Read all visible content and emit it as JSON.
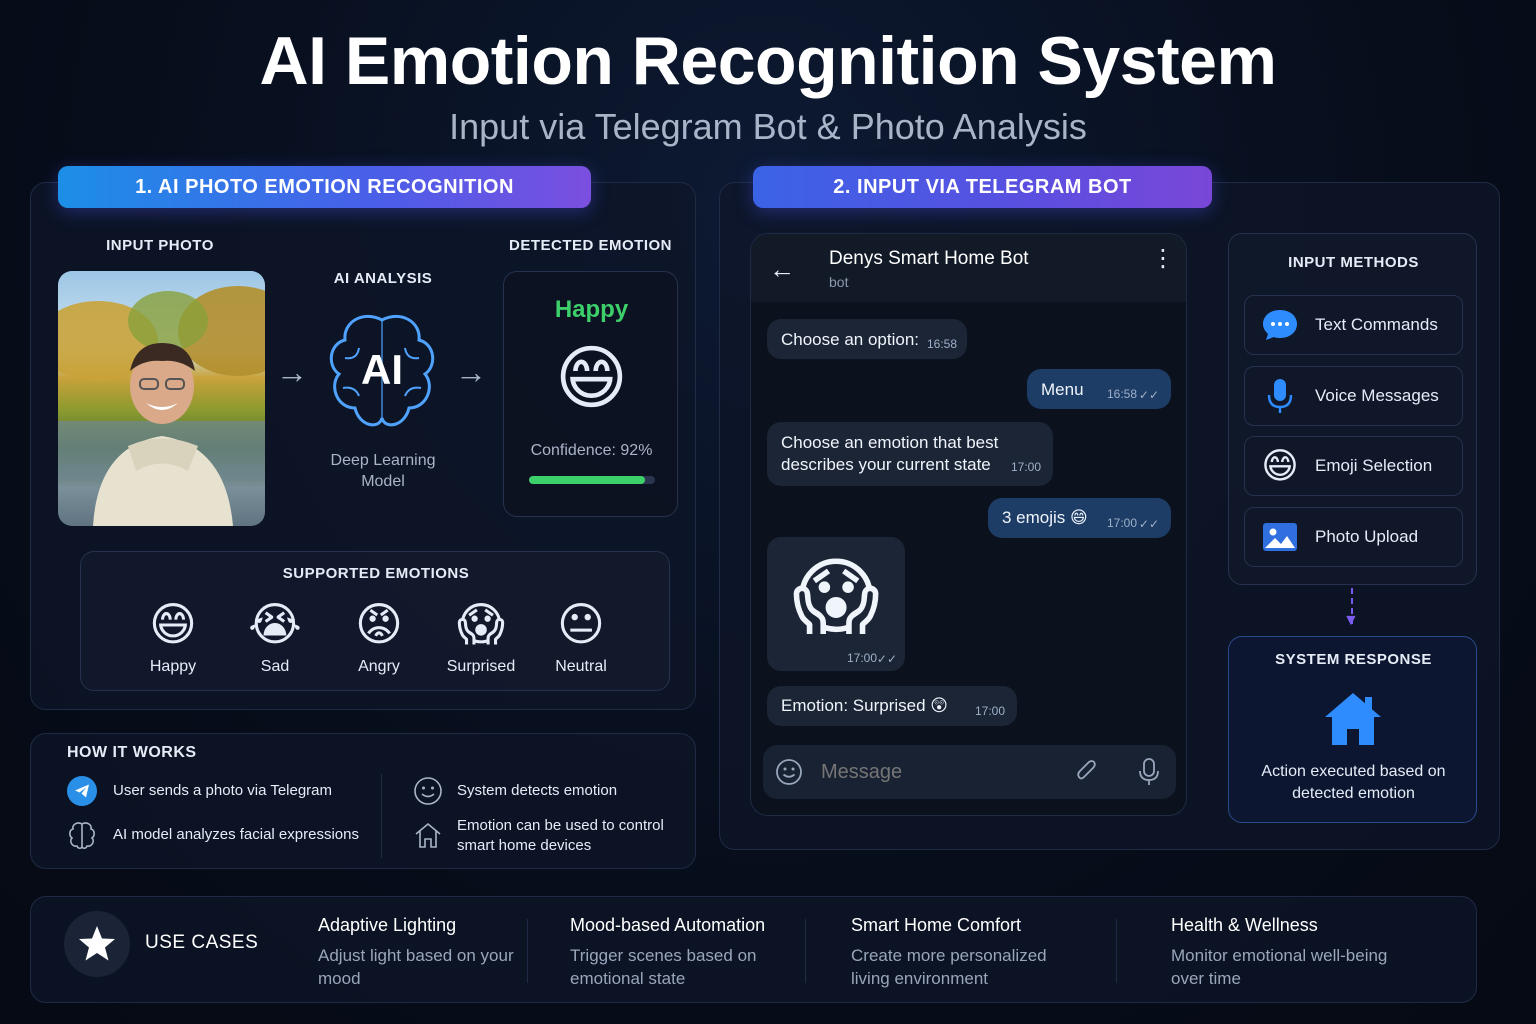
{
  "header": {
    "title": "AI Emotion Recognition System",
    "subtitle": "Input via Telegram Bot & Photo Analysis"
  },
  "photo_section": {
    "pill": "1. AI PHOTO EMOTION RECOGNITION",
    "input_label": "INPUT PHOTO",
    "analysis_label": "AI ANALYSIS",
    "ai_text": "AI",
    "model_label": "Deep Learning Model",
    "detected_label": "DETECTED EMOTION",
    "detected_emotion": "Happy",
    "detected_emoji": "😄",
    "confidence_text": "Confidence: 92%",
    "confidence": 0.92,
    "supported_label": "SUPPORTED EMOTIONS",
    "emotions": [
      {
        "emoji": "😄",
        "label": "Happy"
      },
      {
        "emoji": "😭",
        "label": "Sad"
      },
      {
        "emoji": "😡",
        "label": "Angry"
      },
      {
        "emoji": "😱",
        "label": "Surprised"
      },
      {
        "emoji": "😐",
        "label": "Neutral"
      }
    ]
  },
  "how_it_works": {
    "title": "HOW IT WORKS",
    "steps": [
      "User sends a photo via Telegram",
      "AI model analyzes facial expressions",
      "System detects emotion",
      "Emotion can be used to control smart home devices"
    ]
  },
  "telegram": {
    "pill": "2. INPUT VIA TELEGRAM BOT",
    "bot_name": "Denys Smart Home Bot",
    "bot_sub": "bot",
    "messages": [
      {
        "text": "Choose an option:",
        "time": "16:58"
      },
      {
        "text": "Menu",
        "time": "16:58"
      },
      {
        "text": "Choose an emotion that best describes your current state",
        "time": "17:00"
      },
      {
        "text": "3 emojis 😄",
        "time": "17:00"
      },
      {
        "text": "😱",
        "time": "17:00"
      },
      {
        "text": "Emotion: Surprised 😲",
        "time": "17:00"
      }
    ],
    "input_placeholder": "Message"
  },
  "input_methods": {
    "title": "INPUT METHODS",
    "items": [
      "Text Commands",
      "Voice Messages",
      "Emoji Selection",
      "Photo Upload"
    ],
    "emoji": "😄"
  },
  "system_response": {
    "title": "SYSTEM RESPONSE",
    "text": "Action executed based on detected emotion"
  },
  "use_cases": {
    "label": "USE CASES",
    "items": [
      {
        "title": "Adaptive Lighting",
        "desc": "Adjust light based on your mood"
      },
      {
        "title": "Mood-based Automation",
        "desc": "Trigger scenes based on emotional state"
      },
      {
        "title": "Smart Home Comfort",
        "desc": "Create more personalized living environment"
      },
      {
        "title": "Health & Wellness",
        "desc": "Monitor emotional well-being over time"
      }
    ]
  },
  "colors": {
    "accent_green": "#3ccf6a",
    "accent_blue": "#2f8cff",
    "outgoing_bubble": "#1d3c66"
  }
}
